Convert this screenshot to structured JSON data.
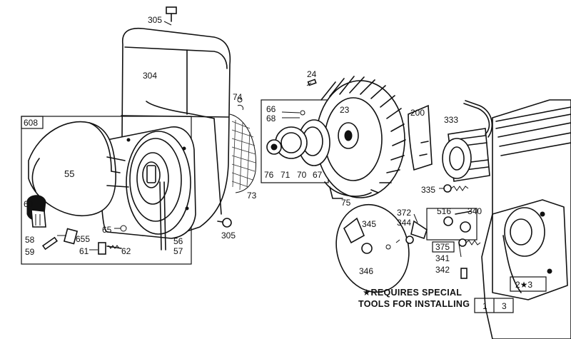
{
  "labels": {
    "l305a": "305",
    "l304": "304",
    "l608": "608",
    "l55": "55",
    "l60": "60",
    "l58": "58",
    "l59": "59",
    "l655": "655",
    "l61": "61",
    "l62": "62",
    "l65": "65",
    "l56": "56",
    "l57": "57",
    "l305b": "305",
    "l74": "74",
    "l73": "73",
    "l24": "24",
    "l66": "66",
    "l68": "68",
    "l23": "23",
    "l76": "76",
    "l71": "71",
    "l70": "70",
    "l67": "67",
    "l75": "75",
    "l200": "200",
    "l333": "333",
    "l335": "335",
    "l372": "372",
    "l344": "344",
    "l516": "516",
    "l340": "340",
    "l345": "345",
    "l346": "346",
    "l375": "375",
    "l341": "341",
    "l342": "342",
    "l2star3": "2★3",
    "l1": "1",
    "l3": "3"
  },
  "note": {
    "line1": "★REQUIRES SPECIAL",
    "line2": "TOOLS FOR INSTALLING"
  }
}
